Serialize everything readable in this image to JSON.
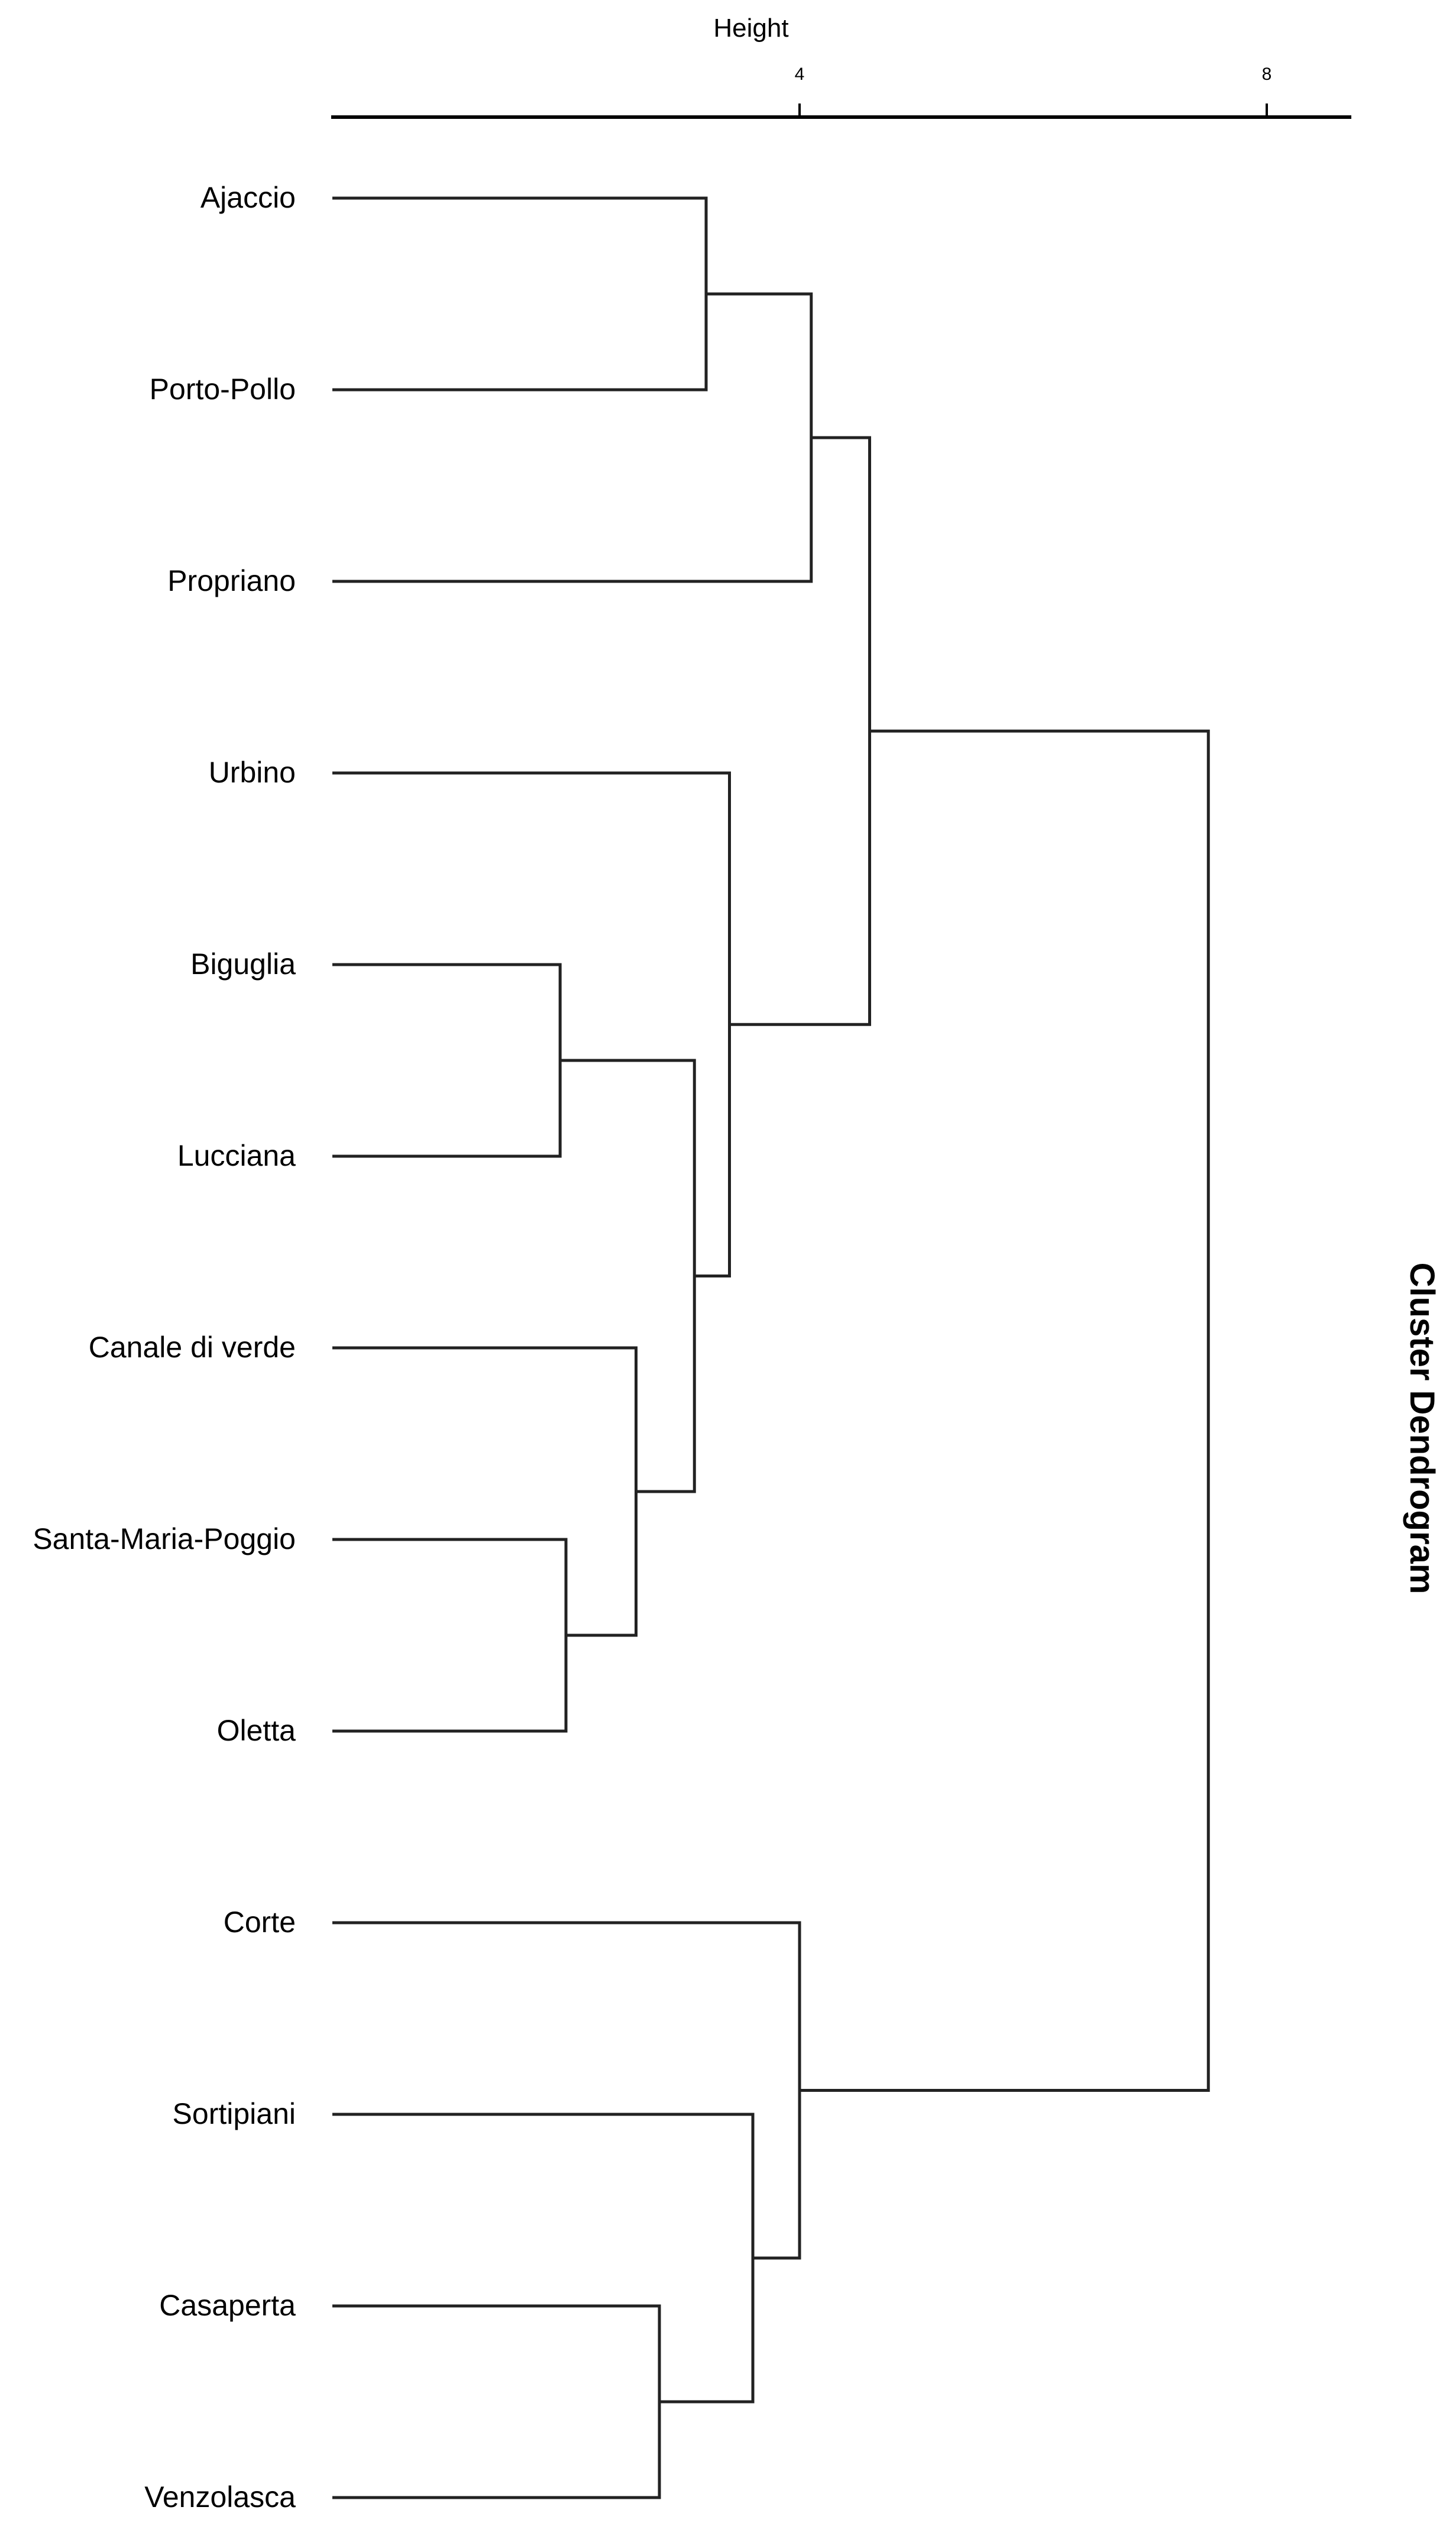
{
  "chart_data": {
    "type": "dendrogram",
    "title": "Cluster Dendrogram",
    "axis_title": "Height",
    "orientation": "horizontal",
    "ticks": [
      4,
      8
    ],
    "leaves": [
      "Ajaccio",
      "Porto-Pollo",
      "Propriano",
      "Urbino",
      "Biguglia",
      "Lucciana",
      "Canale di verde",
      "Santa-Maria-Poggio",
      "Oletta",
      "Corte",
      "Sortipiani",
      "Casaperta",
      "Venzolasca"
    ],
    "merges": [
      {
        "a": "Ajaccio",
        "b": "Porto-Pollo",
        "height": 3.2
      },
      {
        "a": "Biguglia",
        "b": "Lucciana",
        "height": 1.95
      },
      {
        "a": "Santa-Maria-Poggio",
        "b": "Oletta",
        "height": 2.0
      },
      {
        "a": "Casaperta",
        "b": "Venzolasca",
        "height": 2.8
      },
      {
        "a": "Canale di verde",
        "b": "Santa-Maria-Poggio+Oletta",
        "height": 2.6
      },
      {
        "a": "Biguglia+Lucciana",
        "b": "Canale di verde+Santa-Maria-Poggio+Oletta",
        "height": 3.1
      },
      {
        "a": "Urbino",
        "b": "Biguglia+Lucciana+Canale di verde+Santa-Maria-Poggio+Oletta",
        "height": 3.4
      },
      {
        "a": "Ajaccio+Porto-Pollo",
        "b": "Propriano",
        "height": 4.1
      },
      {
        "a": "Ajaccio+Porto-Pollo+Propriano",
        "b": "Urbino group",
        "height": 4.6
      },
      {
        "a": "Sortipiani",
        "b": "Casaperta+Venzolasca",
        "height": 3.6
      },
      {
        "a": "Corte",
        "b": "Sortipiani+Casaperta+Venzolasca",
        "height": 4.0
      },
      {
        "a": "upper group",
        "b": "Corte group",
        "height": 7.5
      }
    ]
  }
}
